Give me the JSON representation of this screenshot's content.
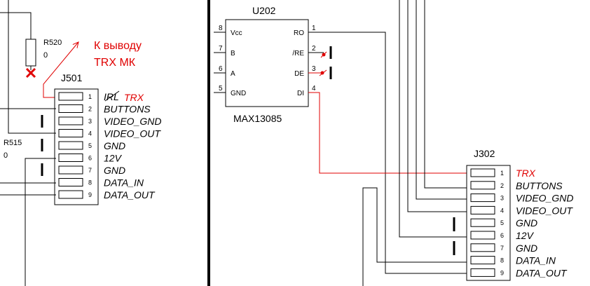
{
  "resistors": {
    "r520": {
      "ref": "R520",
      "value": "0"
    },
    "r515": {
      "ref": "R515",
      "value": "0"
    }
  },
  "note": {
    "line1": "К выводу",
    "line2": "TRX МК"
  },
  "j501": {
    "ref": "J501",
    "pins": [
      "1",
      "2",
      "3",
      "4",
      "5",
      "6",
      "7",
      "8",
      "9"
    ],
    "signals": [
      "IRL",
      "BUTTONS",
      "VIDEO_GND",
      "VIDEO_OUT",
      "GND",
      "12V",
      "GND",
      "DATA_IN",
      "DATA_OUT"
    ],
    "replacement": "TRX"
  },
  "u202": {
    "ref": "U202",
    "part": "MAX13085",
    "left_pins": [
      {
        "num": "8",
        "name": "Vcc"
      },
      {
        "num": "7",
        "name": "B"
      },
      {
        "num": "6",
        "name": "A"
      },
      {
        "num": "5",
        "name": "GND"
      }
    ],
    "right_pins": [
      {
        "num": "1",
        "name": "RO"
      },
      {
        "num": "2",
        "name": "/RE"
      },
      {
        "num": "3",
        "name": "DE"
      },
      {
        "num": "4",
        "name": "DI"
      }
    ]
  },
  "j302": {
    "ref": "J302",
    "pins": [
      "1",
      "2",
      "3",
      "4",
      "5",
      "6",
      "7",
      "8",
      "9"
    ],
    "signals": [
      "TRX",
      "BUTTONS",
      "VIDEO_GND",
      "VIDEO_OUT",
      "GND",
      "12V",
      "GND",
      "DATA_IN",
      "DATA_OUT"
    ]
  },
  "colors": {
    "wire": "#000000",
    "modification": "#e00000",
    "background": "#ffffff"
  }
}
